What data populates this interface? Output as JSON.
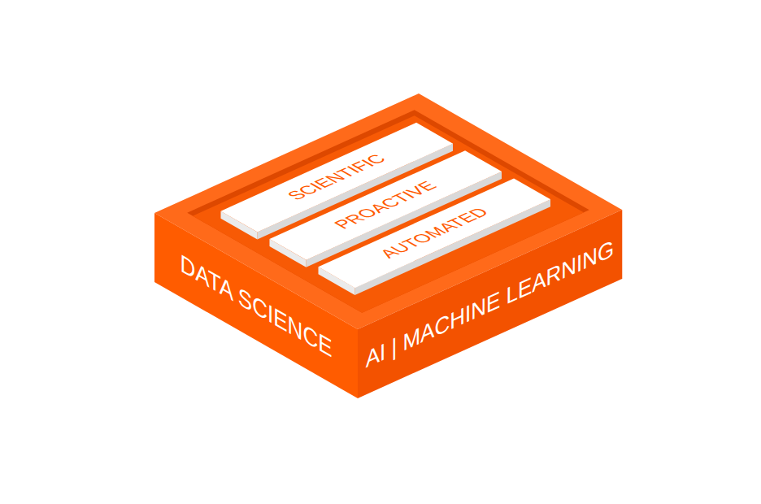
{
  "diagram": {
    "nodes": [
      {
        "text": [
          "SCIENTIFIC"
        ]
      },
      {
        "text": [
          "PROACTIVE"
        ]
      },
      {
        "text": [
          "AUTOMATED"
        ]
      },
      {
        "text": [
          "DATA SCIENCE"
        ]
      },
      {
        "text": [
          "AI | MACHINE LEARNING"
        ]
      }
    ]
  }
}
